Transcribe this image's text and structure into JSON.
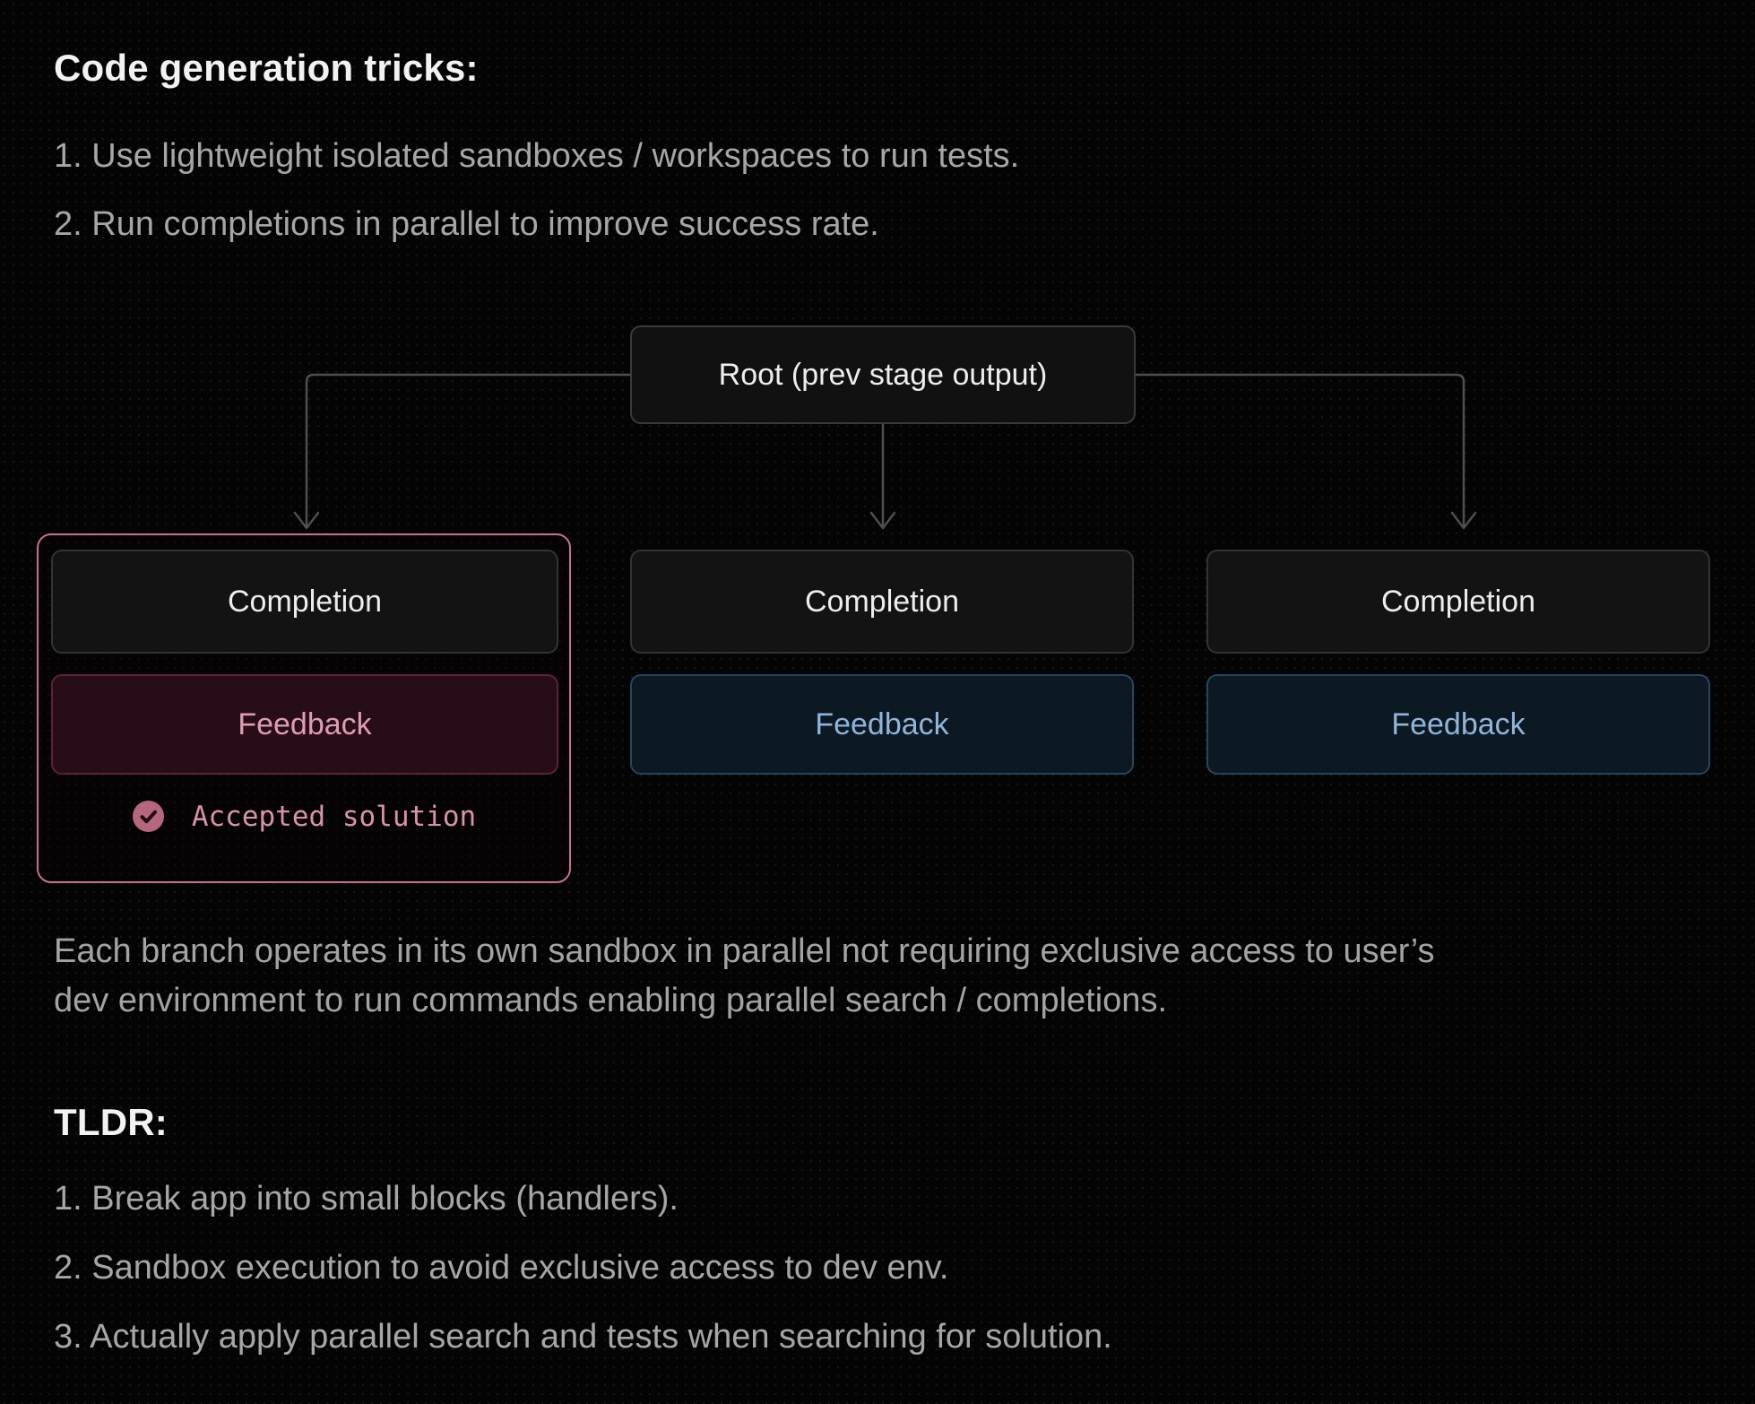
{
  "page": {
    "title": "Code generation tricks:",
    "tips": [
      "1. Use lightweight isolated sandboxes / workspaces to run tests.",
      "2. Run completions in parallel to improve success rate."
    ],
    "paragraph": "Each branch operates in its own sandbox in parallel not requiring exclusive access to user’s dev environment to run commands enabling parallel search / completions.",
    "tldr_title": "TLDR:",
    "tldr_items": [
      "1. Break app into small blocks (handlers).",
      "2. Sandbox execution to avoid exclusive access to dev env.",
      "3. Actually apply parallel search and tests when searching for solution."
    ]
  },
  "diagram": {
    "root_label": "Root (prev stage output)",
    "branches": [
      {
        "completion": "Completion",
        "feedback": "Feedback",
        "accepted": "Accepted solution",
        "highlighted": true
      },
      {
        "completion": "Completion",
        "feedback": "Feedback",
        "highlighted": false
      },
      {
        "completion": "Completion",
        "feedback": "Feedback",
        "highlighted": false
      }
    ],
    "icons": {
      "accepted_icon": "check-circle-icon"
    },
    "colors": {
      "background": "#040404",
      "accent_pink_border": "#c76f8e",
      "feedback_pink_bg": "#270d17",
      "feedback_pink_border": "#5e2138",
      "feedback_pink_text": "#df9db4",
      "feedback_blue_bg": "#0c1822",
      "feedback_blue_border": "#27455e",
      "feedback_blue_text": "#8fb6d9",
      "node_bg": "#131313",
      "node_border": "#333333",
      "node_text": "#ededed",
      "connector": "#4f4f4f",
      "check_circle_fill": "#b5677d",
      "body_text": "#a6a6a6",
      "heading_text": "#f2f2f2"
    }
  }
}
